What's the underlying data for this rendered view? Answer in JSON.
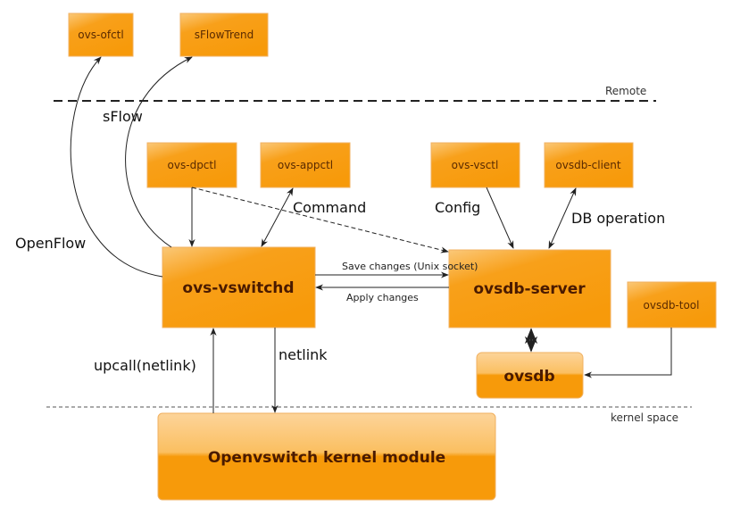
{
  "colors": {
    "box": "#f79a0a",
    "box_light": "#fbc36a",
    "line": "#222222"
  },
  "zones": {
    "remote": "Remote",
    "kernel": "kernel space"
  },
  "boxes": {
    "ofctl": "ovs-ofctl",
    "sflowtrend": "sFlowTrend",
    "dpctl": "ovs-dpctl",
    "appctl": "ovs-appctl",
    "vsctl": "ovs-vsctl",
    "client": "ovsdb-client",
    "vswitchd": "ovs-vswitchd",
    "server": "ovsdb-server",
    "tool": "ovsdb-tool",
    "ovsdb": "ovsdb",
    "kernel": "Openvswitch kernel module"
  },
  "labels": {
    "sflow": "sFlow",
    "openflow": "OpenFlow",
    "command": "Command",
    "config": "Config",
    "db_operation": "DB operation",
    "save_changes": "Save changes (Unix socket)",
    "apply_changes": "Apply changes",
    "upcall": "upcall(netlink)",
    "netlink": "netlink"
  }
}
